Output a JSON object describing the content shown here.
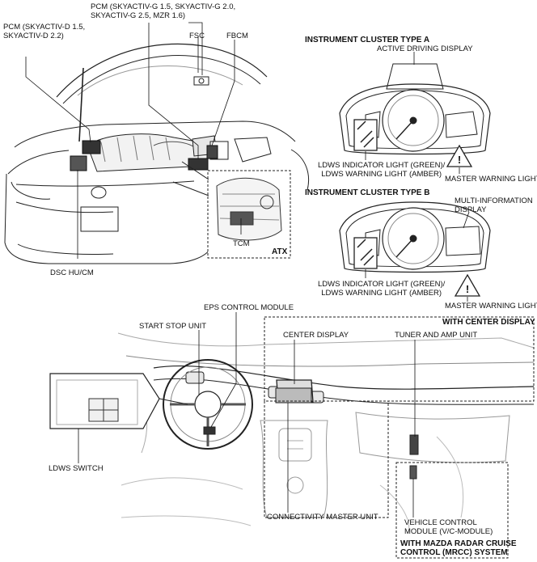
{
  "engine": {
    "pcm_diesel": [
      "PCM (SKYACTIV-D 1.5,",
      "SKYACTIV-D 2.2)"
    ],
    "pcm_gas": [
      "PCM (SKYACTIV-G 1.5, SKYACTIV-G 2.0,",
      "SKYACTIV-G 2.5, MZR 1.6)"
    ],
    "fsc": "FSC",
    "fbcm": "FBCM",
    "tcm": "TCM",
    "atx": "ATX",
    "dsc": "DSC HU/CM"
  },
  "cluster_a": {
    "title": "INSTRUMENT CLUSTER TYPE A",
    "active_display": "ACTIVE DRIVING DISPLAY",
    "ldws_light": [
      "LDWS INDICATOR LIGHT (GREEN)/",
      "LDWS WARNING LIGHT (AMBER)"
    ],
    "master_warning": "MASTER WARNING LIGHT"
  },
  "cluster_b": {
    "title": "INSTRUMENT CLUSTER TYPE B",
    "multi_info": [
      "MULTI-INFORMATION",
      "DISPLAY"
    ],
    "ldws_light": [
      "LDWS INDICATOR LIGHT (GREEN)/",
      "LDWS WARNING LIGHT (AMBER)"
    ],
    "master_warning": "MASTER WARNING LIGHT"
  },
  "dash": {
    "eps": "EPS CONTROL MODULE",
    "start_stop": "START STOP UNIT",
    "with_center_display": "WITH CENTER DISPLAY",
    "center_display": "CENTER DISPLAY",
    "tuner_amp": "TUNER AND AMP UNIT",
    "ldws_switch": "LDWS SWITCH",
    "connectivity": "CONNECTIVITY MASTER UNIT",
    "vcm": [
      "VEHICLE CONTROL",
      "MODULE (V/C-MODULE)"
    ],
    "mrcc": [
      "WITH MAZDA RADAR CRUISE",
      "CONTROL (MRCC) SYSTEM"
    ]
  }
}
